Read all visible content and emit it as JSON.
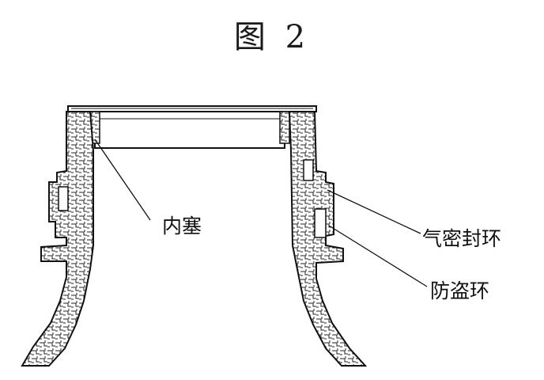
{
  "figure": {
    "title": "图 2"
  },
  "labels": {
    "inner_plug": "内塞",
    "airtight_seal_ring": "气密封环",
    "tamper_evident_ring": "防盗环"
  },
  "colors": {
    "background": "#ffffff",
    "ink": "#111111",
    "paper_tint": "#f7f7f4"
  }
}
